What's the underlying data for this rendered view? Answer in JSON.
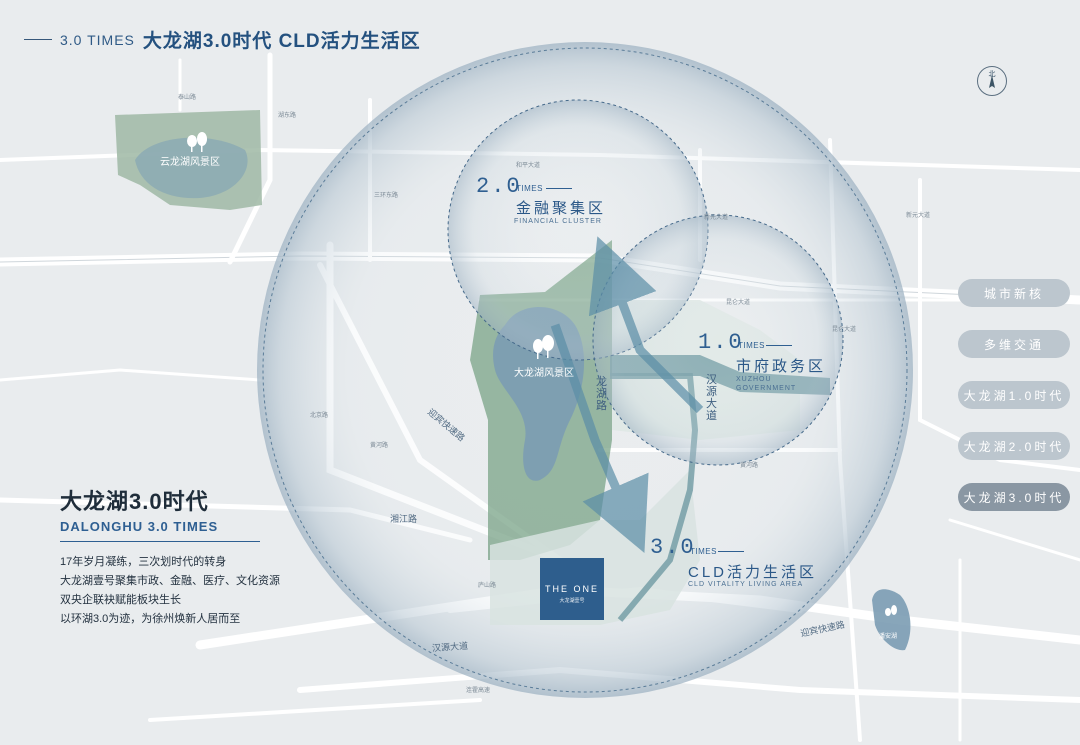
{
  "header": {
    "en": "3.0 TIMES",
    "cn": "大龙湖3.0时代 CLD活力生活区"
  },
  "north": {
    "label": "北"
  },
  "zones": {
    "z2": {
      "num": "2.0",
      "times": "TIMES",
      "cn": "金融聚集区",
      "en": "FINANCIAL CLUSTER"
    },
    "z1": {
      "num": "1.0",
      "times": "TIMES",
      "cn": "市府政务区",
      "en1": "XUZHOU",
      "en2": "GOVERNMENT"
    },
    "z3": {
      "num": "3.0",
      "times": "TIMES",
      "cn": "CLD活力生活区",
      "en": "CLD VITALITY LIVING AREA"
    }
  },
  "lakes": {
    "yunlong": "云龙湖风景区",
    "dalong": "大龙湖风景区",
    "small": "潘安湖"
  },
  "roads": {
    "yingbin1": "迎宾快速路",
    "yingbin2": "迎宾快速路",
    "xiangjiang": "湘江路",
    "hanyuan": "汉源大道",
    "kunlun": "昆仑大道",
    "hanyuan_v": "汉源大道",
    "longhu_v": "龙湖路",
    "small": [
      "泰山路",
      "湖东路",
      "三环东路",
      "和平大道",
      "新元大道",
      "昆仑大道",
      "新元大道",
      "黄河路",
      "北京路",
      "黄河路",
      "庐山路",
      "连霍高速"
    ]
  },
  "poi": {
    "title": "THE ONE",
    "sub": "大龙湖壹号"
  },
  "info": {
    "title": "大龙湖3.0时代",
    "subtitle": "DALONGHU 3.0 TIMES",
    "lines": [
      "17年岁月凝练，三次划时代的转身",
      "大龙湖壹号聚集市政、金融、医疗、文化资源",
      "双央企联袂赋能板块生长",
      "以环湖3.0为迹，为徐州焕新人居而至"
    ]
  },
  "menu": {
    "items": [
      "城市新核",
      "多维交通",
      "大龙湖1.0时代",
      "大龙湖2.0时代",
      "大龙湖3.0时代"
    ],
    "active": 4
  },
  "colors": {
    "accent": "#2e5f92",
    "lake_green": "#7aa387",
    "lake_blue": "#7b9cb2",
    "menu_active": "#8a97a3",
    "menu_inactive": "#bcc6ce"
  }
}
